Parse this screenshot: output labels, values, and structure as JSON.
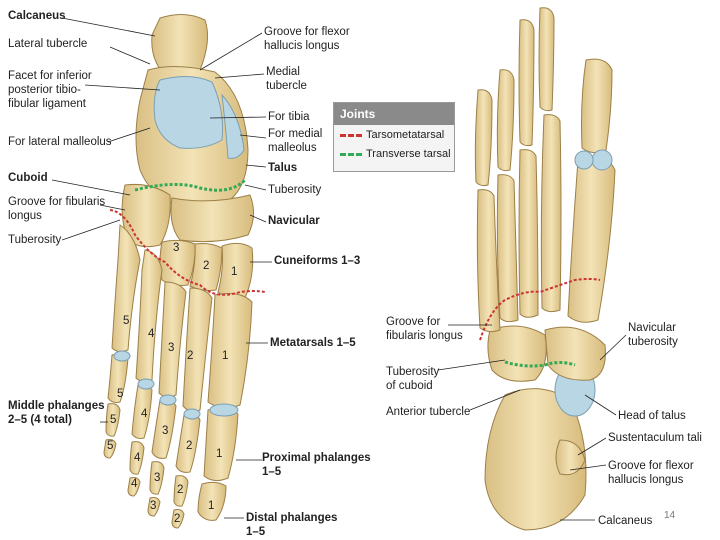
{
  "dorsal_labels": {
    "calcaneus": "Calcaneus",
    "lateral_tubercle": "Lateral tubercle",
    "facet_line1": "Facet for inferior",
    "facet_line2": "posterior tibio-",
    "facet_line3": "fibular ligament",
    "lateral_malleolus": "For lateral malleolus",
    "cuboid": "Cuboid",
    "groove_fibularis_line1": "Groove for fibularis",
    "groove_fibularis_line2": "longus",
    "tuberosity_left": "Tuberosity",
    "middle_phalanges_line1": "Middle phalanges",
    "middle_phalanges_line2": "2–5 (4 total)",
    "groove_flexor_line1": "Groove for flexor",
    "groove_flexor_line2": "hallucis longus",
    "medial_tubercle_line1": "Medial",
    "medial_tubercle_line2": "tubercle",
    "for_tibia": "For tibia",
    "medial_malleolus_line1": "For medial",
    "medial_malleolus_line2": "malleolus",
    "talus": "Talus",
    "tuberosity_right": "Tuberosity",
    "navicular": "Navicular",
    "cuneiforms": "Cuneiforms 1–3",
    "metatarsals": "Metatarsals 1–5",
    "proximal_phalanges_line1": "Proximal phalanges",
    "proximal_phalanges_line2": "1–5",
    "distal_phalanges_line1": "Distal phalanges",
    "distal_phalanges_line2": "1–5"
  },
  "bone_numbers": {
    "cuneiform_3": "3",
    "cuneiform_2": "2",
    "cuneiform_1": "1",
    "metatarsal_5": "5",
    "metatarsal_4": "4",
    "metatarsal_3": "3",
    "metatarsal_2": "2",
    "metatarsal_1": "1",
    "prox_5": "5",
    "prox_4": "4",
    "prox_3": "3",
    "prox_2": "2",
    "prox_1": "1",
    "mid_5": "5",
    "mid_4": "4",
    "mid_3": "3",
    "mid_2": "2",
    "dist_5": "5",
    "dist_4": "4",
    "dist_3": "3",
    "dist_2": "2",
    "dist_1": "1"
  },
  "legend": {
    "title": "Joints",
    "tarsometatarsal": "Tarsometatarsal",
    "transverse_tarsal": "Transverse tarsal",
    "tarsometatarsal_color": "#cc3333",
    "transverse_tarsal_color": "#33aa55"
  },
  "plantar_labels": {
    "groove_fibularis_line1": "Groove for",
    "groove_fibularis_line2": "fibularis longus",
    "tuberosity_cuboid_line1": "Tuberosity",
    "tuberosity_cuboid_line2": "of cuboid",
    "anterior_tubercle": "Anterior tubercle",
    "navicular_tuberosity_line1": "Navicular",
    "navicular_tuberosity_line2": "tuberosity",
    "head_of_talus": "Head of talus",
    "sustentaculum_tali": "Sustentaculum tali",
    "groove_flexor_line1": "Groove for flexor",
    "groove_flexor_line2": "hallucis longus",
    "calcaneus": "Calcaneus"
  },
  "page_number": "14",
  "colors": {
    "bone": "#ecd9a6",
    "bone_outline": "#9c8048",
    "cartilage": "#b9d6e4",
    "joint_red": "#cc3333",
    "joint_green": "#33aa55"
  }
}
